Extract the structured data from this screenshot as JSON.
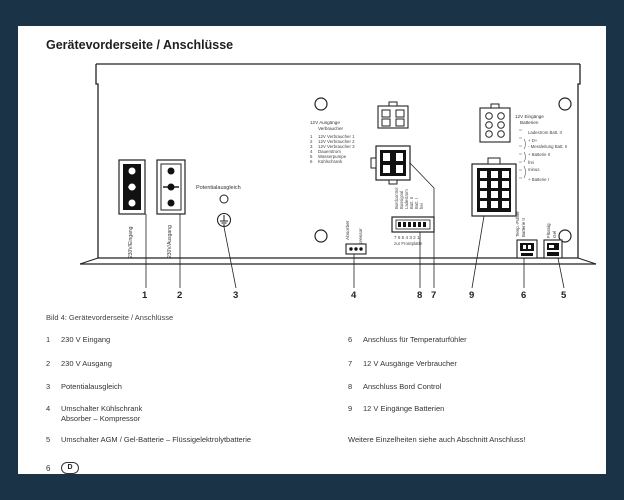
{
  "title": "Gerätevorderseite / Anschlüsse",
  "diagram": {
    "potentialausgleich_label": "Potentialausgleich",
    "label_230v_eingang": "230V/Eingang",
    "label_230v_ausgang": "230V/Ausgang",
    "outputs_header": [
      "12V Ausgänge",
      "Verbraucher"
    ],
    "outputs_pins": [
      "1",
      "2",
      "3",
      "4",
      "5",
      "6"
    ],
    "outputs_list": [
      "12V Verbraucher 1",
      "12V Verbraucher 2",
      "12V Verbraucher 3",
      "Dauerstrom",
      "Wasserpumpe",
      "Kühlschrank"
    ],
    "inputs_header": [
      "12V Eingänge",
      "Batterien"
    ],
    "inputs_list": [
      "Ladestrom Batt. II",
      "+ D+",
      "- Messleitung Batt. II",
      "+ Batterie II",
      "frei",
      "minus",
      "+ Batterie I"
    ],
    "bordcontrol_list": [
      "Bordcontrol",
      "Bussignal",
      "Ladestrom",
      "Batt. II",
      "Batt. I",
      "frei"
    ],
    "bordcontrol_pins": "7 6 5 4 3 2 1",
    "bordcontrol_sub": "zur Frontplatte",
    "absorber_label": "Absorber",
    "kompressor_label": "Kompressor",
    "temp_label": [
      "Temp.-Fühler",
      "Batterie II"
    ],
    "fluessig_label": "Flüssig",
    "gel_label": "Gel",
    "callouts": [
      "1",
      "2",
      "3",
      "4",
      "8",
      "7",
      "9",
      "6",
      "5"
    ]
  },
  "caption": "Bild 4: Gerätevorderseite / Anschlüsse",
  "legend": [
    {
      "num": "1",
      "text": "230 V Eingang"
    },
    {
      "num": "2",
      "text": "230 V Ausgang"
    },
    {
      "num": "3",
      "text": "Potentialausgleich"
    },
    {
      "num": "4",
      "text": "Umschalter Kühlschrank",
      "text2": "Absorber – Kompressor"
    },
    {
      "num": "5",
      "text": "Umschalter AGM / Gel-Batterie – Flüssigelektrolytbatterie"
    },
    {
      "num": "6",
      "text": "Anschluss für Temperaturfühler"
    },
    {
      "num": "7",
      "text": "12 V Ausgänge Verbraucher"
    },
    {
      "num": "8",
      "text": "Anschluss Bord Control"
    },
    {
      "num": "9",
      "text": "12 V Eingänge Batterien"
    }
  ],
  "note": "Weitere Einzelheiten siehe auch Abschnitt Anschluss!",
  "page_number": "6",
  "lang_badge": "D",
  "colors": {
    "background": "#1b3346",
    "page": "#ffffff",
    "ink": "#1e1e1e"
  }
}
